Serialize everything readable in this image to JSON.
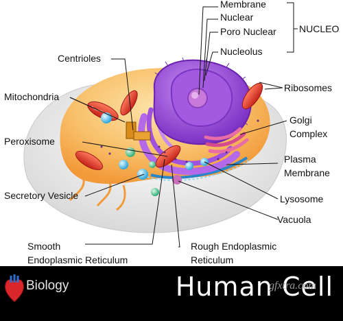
{
  "labels": {
    "membrane_nuclear_1": "Membrane",
    "membrane_nuclear_2": "Nuclear",
    "poro_nuclear": "Poro Nuclear",
    "nucleolus": "Nucleolus",
    "nucleo": "NUCLEO",
    "centrioles": "Centrioles",
    "mitochondria": "Mitochondria",
    "ribosomes": "Ribosomes",
    "golgi_1": "Golgi",
    "golgi_2": "Complex",
    "peroxisome": "Peroxisome",
    "plasma_1": "Plasma",
    "plasma_2": "Membrane",
    "secretory_vesicle": "Secretory Vesicle",
    "lysosome": "Lysosome",
    "vacuola": "Vacuola",
    "smooth_er_1": "Smooth",
    "smooth_er_2": "Endoplasmic Reticulum",
    "rough_er_1": "Rough Endoplasmic",
    "rough_er_2": "Reticulum"
  },
  "footer": {
    "subject": "Biology",
    "title": "Human Cell",
    "watermark": "gfxtra.com"
  },
  "colors": {
    "cytoplasm": "#f7b54a",
    "nucleus": "#9b4fd8",
    "mitochondria": "#e8402e",
    "vesicle": "#3fb6e6",
    "peroxisome": "#48b98a",
    "footer_bg": "#000000"
  }
}
